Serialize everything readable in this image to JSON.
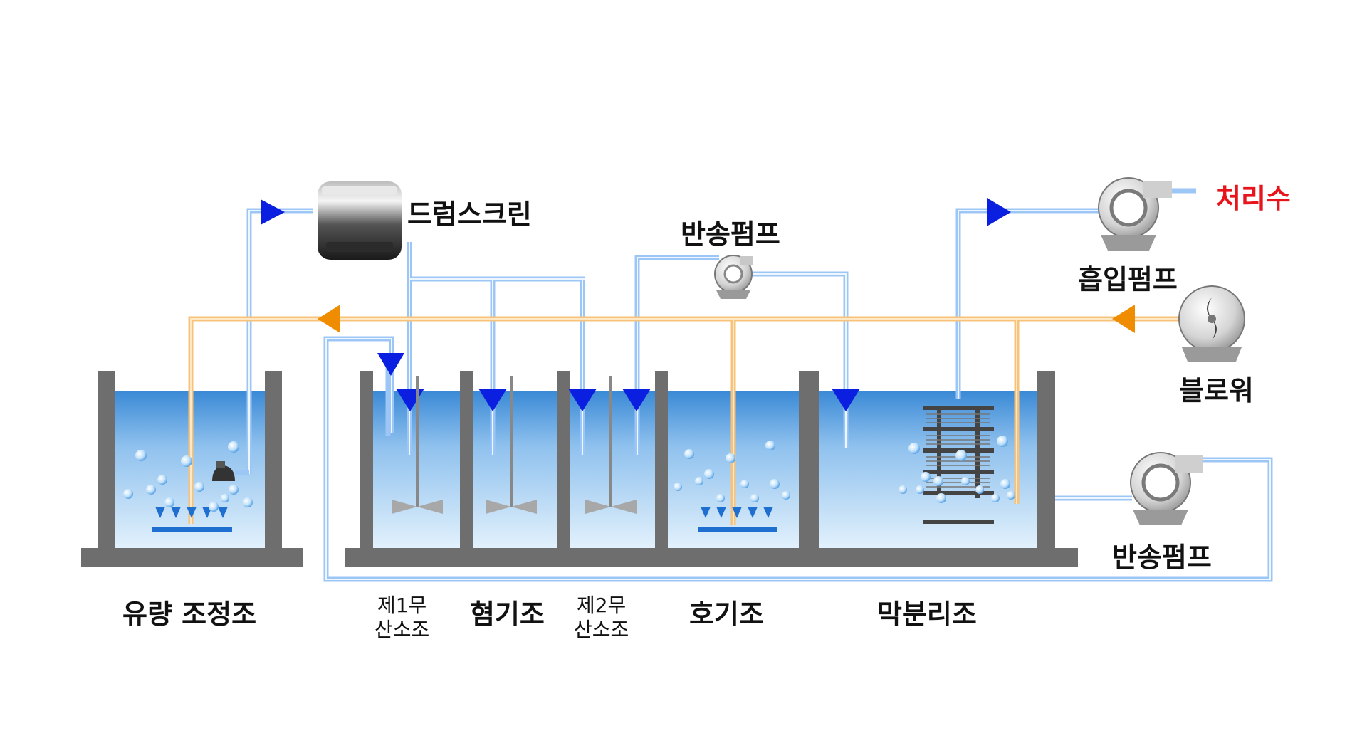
{
  "labels": {
    "drum_screen": "드럼스크린",
    "return_pump_top": "반송펌프",
    "suction_pump": "흡입펌프",
    "treated_water": "처리수",
    "blower": "블로워",
    "return_pump_right": "반송펌프",
    "flow_equalization": "유량 조정조",
    "anoxic1_line1": "제1무",
    "anoxic1_line2": "산소조",
    "anaerobic": "혐기조",
    "anoxic2_line1": "제2무",
    "anoxic2_line2": "산소조",
    "aerobic": "호기조",
    "membrane": "막분리조"
  },
  "icons": [
    "drum-screen-icon",
    "pump-icon",
    "blower-icon",
    "mixer-icon",
    "diffuser-icon",
    "membrane-module-icon",
    "flow-arrow-icon"
  ],
  "colors": {
    "water_pipe": "#9cc6f5",
    "air_pipe": "#f7c27a",
    "arrow_water": "#0b1fe0",
    "arrow_air": "#f08c00",
    "tank_wall": "#6e6e6e",
    "water_top": "#3b8ad6",
    "water_bottom": "#d9ecfb",
    "treated_label": "#e8141b"
  }
}
